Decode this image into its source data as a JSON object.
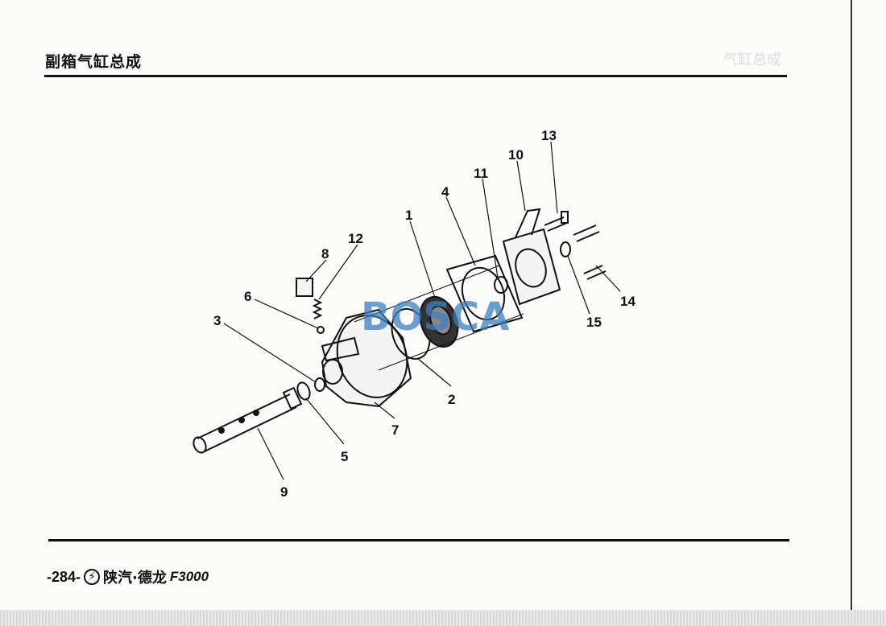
{
  "header": {
    "title": "副箱气缸总成",
    "ghost_text": "气缸总成"
  },
  "footer": {
    "page": "-284-",
    "logo_glyph": "⚡",
    "brand": "陕汽·德龙",
    "model": "F3000"
  },
  "watermark": "BOSCA",
  "diagram": {
    "callouts": [
      {
        "id": "13",
        "text": "13"
      },
      {
        "id": "10",
        "text": "10"
      },
      {
        "id": "11",
        "text": "11"
      },
      {
        "id": "4",
        "text": "4"
      },
      {
        "id": "1",
        "text": "1"
      },
      {
        "id": "12",
        "text": "12"
      },
      {
        "id": "8",
        "text": "8"
      },
      {
        "id": "6",
        "text": "6"
      },
      {
        "id": "3",
        "text": "3"
      },
      {
        "id": "14",
        "text": "14"
      },
      {
        "id": "15",
        "text": "15"
      },
      {
        "id": "2",
        "text": "2"
      },
      {
        "id": "7",
        "text": "7"
      },
      {
        "id": "5",
        "text": "5"
      },
      {
        "id": "9",
        "text": "9"
      }
    ]
  }
}
